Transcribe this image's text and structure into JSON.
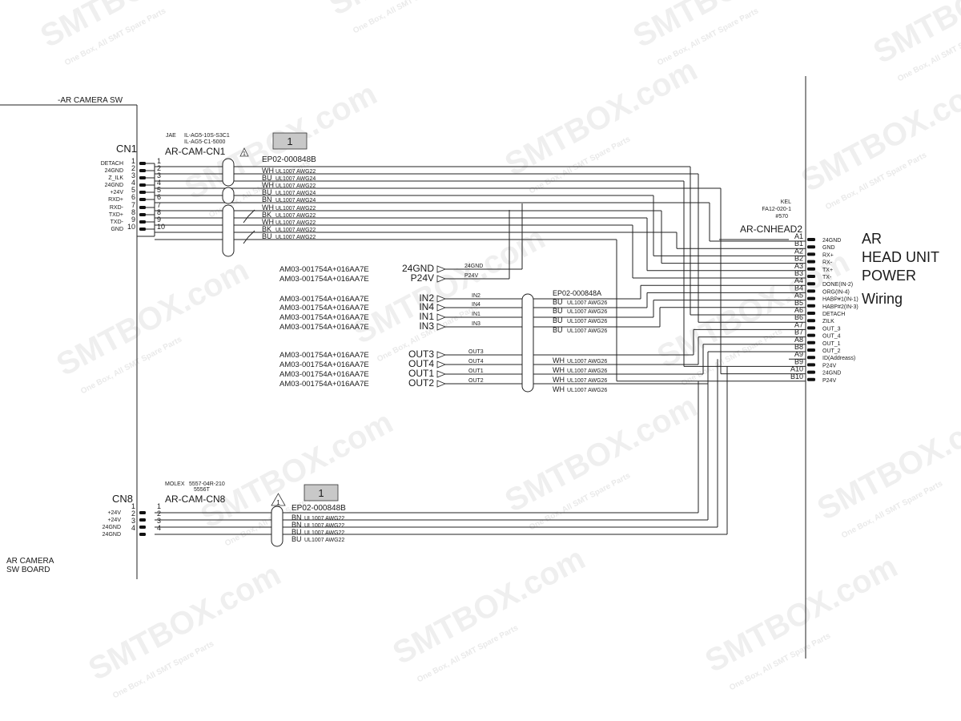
{
  "watermarks": {
    "logo": "SMTBOX.com",
    "small": "One Box, All SMT Spare Parts"
  },
  "camera_sw": {
    "title": "-AR CAMERA SW",
    "board_line1": "AR CAMERA",
    "board_line2": "SW BOARD"
  },
  "cn1": {
    "connector": "CN1",
    "maker": "JAE",
    "part1": "IL-AG5-10S-S3C1",
    "part2": "IL-AG5-C1-5000",
    "cable_name": "AR-CAM-CN1",
    "cable_code": "EP02-000848B",
    "note": "1",
    "warn": "1",
    "pins": [
      {
        "signal": "DETACH",
        "pin": "1",
        "end": "1",
        "color": "",
        "spec": ""
      },
      {
        "signal": "24GND",
        "pin": "2",
        "end": "2",
        "color": "WH",
        "spec": "UL1007 AWG22"
      },
      {
        "signal": "Z_ILK",
        "pin": "3",
        "end": "3",
        "color": "BU",
        "spec": "UL1007 AWG24"
      },
      {
        "signal": "24GND",
        "pin": "4",
        "end": "4",
        "color": "WH",
        "spec": "UL1007 AWG22"
      },
      {
        "signal": "+24V",
        "pin": "5",
        "end": "5",
        "color": "BU",
        "spec": "UL1007 AWG24"
      },
      {
        "signal": "RXD+",
        "pin": "6",
        "end": "6",
        "color": "BN",
        "spec": "UL1007 AWG24"
      },
      {
        "signal": "RXD-",
        "pin": "7",
        "end": "7",
        "color": "WH",
        "spec": "UL1007 AWG22"
      },
      {
        "signal": "TXD+",
        "pin": "8",
        "end": "8",
        "color": "BK",
        "spec": "UL1007 AWG22"
      },
      {
        "signal": "TXD-",
        "pin": "9",
        "end": "9",
        "color": "WH",
        "spec": "UL1007 AWG22"
      },
      {
        "signal": "GND",
        "pin": "10",
        "end": "10",
        "color": "BK",
        "spec": "UL1007 AWG22"
      },
      {
        "signal": "",
        "pin": "",
        "end": "",
        "color": "BU",
        "spec": "UL1007 AWG22"
      }
    ]
  },
  "power_leads": [
    {
      "part": "AM03-001754A+016AA7E",
      "name": "24GND",
      "small": "24GND"
    },
    {
      "part": "AM03-001754A+016AA7E",
      "name": "P24V",
      "small": "P24V"
    }
  ],
  "in_leads": [
    {
      "part": "AM03-001754A+016AA7E",
      "name": "IN2",
      "small": "IN2"
    },
    {
      "part": "AM03-001754A+016AA7E",
      "name": "IN4",
      "small": "IN4"
    },
    {
      "part": "AM03-001754A+016AA7E",
      "name": "IN1",
      "small": "IN1"
    },
    {
      "part": "AM03-001754A+016AA7E",
      "name": "IN3",
      "small": "IN3"
    }
  ],
  "out_leads": [
    {
      "part": "AM03-001754A+016AA7E",
      "name": "OUT3",
      "small": "OUT3"
    },
    {
      "part": "AM03-001754A+016AA7E",
      "name": "OUT4",
      "small": "OUT4"
    },
    {
      "part": "AM03-001754A+016AA7E",
      "name": "OUT1",
      "small": "OUT1"
    },
    {
      "part": "AM03-001754A+016AA7E",
      "name": "OUT2",
      "small": "OUT2"
    }
  ],
  "io_cable": {
    "code": "EP02-000848A",
    "in_wires": [
      {
        "color": "BU",
        "spec": "UL1007 AWG26"
      },
      {
        "color": "BU",
        "spec": "UL1007 AWG26"
      },
      {
        "color": "BU",
        "spec": "UL1007 AWG26"
      },
      {
        "color": "BU",
        "spec": "UL1007 AWG26"
      }
    ],
    "out_wires": [
      {
        "color": "WH",
        "spec": "UL1007 AWG26"
      },
      {
        "color": "WH",
        "spec": "UL1007 AWG26"
      },
      {
        "color": "WH",
        "spec": "UL1007 AWG26"
      },
      {
        "color": "WH",
        "spec": "UL1007 AWG26"
      }
    ]
  },
  "cn8": {
    "connector": "CN8",
    "maker": "MOLEX",
    "part1": "5557-04R-210",
    "part2": "5556T",
    "cable_name": "AR-CAM-CN8",
    "cable_code": "EP02-000848B",
    "note": "1",
    "warn": "1",
    "pins": [
      {
        "signal": "+24V",
        "pin": "1",
        "end": "1",
        "color": "BN",
        "spec": "UL1007 AWG22"
      },
      {
        "signal": "+24V",
        "pin": "2",
        "end": "2",
        "color": "BN",
        "spec": "UL1007 AWG22"
      },
      {
        "signal": "24GND",
        "pin": "3",
        "end": "3",
        "color": "BU",
        "spec": "UL1007 AWG22"
      },
      {
        "signal": "24GND",
        "pin": "4",
        "end": "4",
        "color": "BU",
        "spec": "UL1007 AWG22"
      }
    ]
  },
  "head": {
    "maker": "KEL",
    "part": "FA12-020-1",
    "sub": "#570",
    "name": "AR-CNHEAD2",
    "title": [
      "AR",
      "HEAD UNIT",
      "POWER",
      "Wiring"
    ],
    "pins": [
      {
        "pin": "A1",
        "signal": "24GND"
      },
      {
        "pin": "B1",
        "signal": "GND"
      },
      {
        "pin": "A2",
        "signal": "RX+"
      },
      {
        "pin": "B2",
        "signal": "RX-"
      },
      {
        "pin": "A3",
        "signal": "TX+"
      },
      {
        "pin": "B3",
        "signal": "TX-"
      },
      {
        "pin": "A4",
        "signal": "DONE(IN-2)"
      },
      {
        "pin": "B4",
        "signal": "ORG(IN-4)"
      },
      {
        "pin": "A5",
        "signal": "HABP#1(IN-1)"
      },
      {
        "pin": "B5",
        "signal": "HABP#2(IN-3)"
      },
      {
        "pin": "A6",
        "signal": "DETACH"
      },
      {
        "pin": "B6",
        "signal": "ZILK"
      },
      {
        "pin": "A7",
        "signal": "OUT_3"
      },
      {
        "pin": "B7",
        "signal": "OUT_4"
      },
      {
        "pin": "A8",
        "signal": "OUT_1"
      },
      {
        "pin": "B8",
        "signal": "OUT_2"
      },
      {
        "pin": "A9",
        "signal": "ID(Addreass)"
      },
      {
        "pin": "B9",
        "signal": "P24V"
      },
      {
        "pin": "A10",
        "signal": "24GND"
      },
      {
        "pin": "B10",
        "signal": "P24V"
      }
    ]
  }
}
